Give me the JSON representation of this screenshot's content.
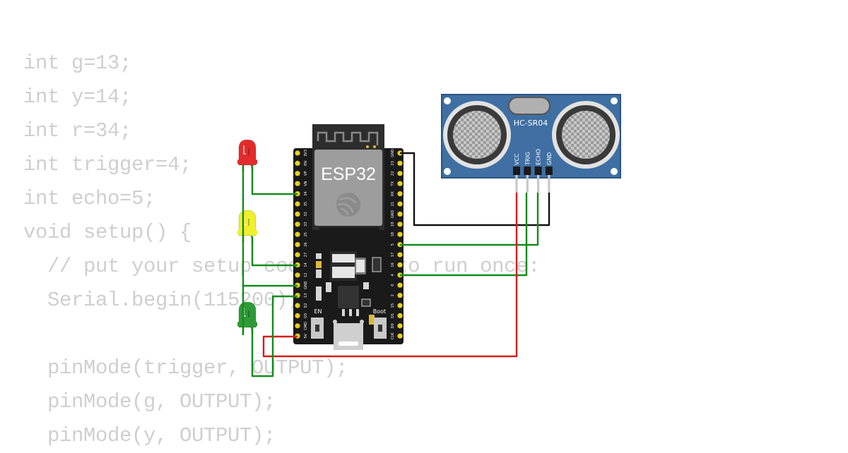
{
  "code_lines": [
    "int g=13;",
    "int y=14;",
    "int r=34;",
    "int trigger=4;",
    "int echo=5;",
    "void setup() {",
    "  // put your setup code here, to run once:",
    "  Serial.begin(115200);",
    "",
    "  pinMode(trigger, OUTPUT);",
    "  pinMode(g, OUTPUT);",
    "  pinMode(y, OUTPUT);"
  ],
  "board": {
    "name": "ESP32",
    "left_pins": [
      "3V3",
      "EN",
      "VP",
      "VN",
      "34",
      "35",
      "32",
      "33",
      "25",
      "26",
      "27",
      "14",
      "12",
      "GND",
      "13",
      "D2",
      "D3",
      "CMD",
      "5V"
    ],
    "right_pins": [
      "GND",
      "23",
      "22",
      "TX",
      "RX",
      "21",
      "GND",
      "19",
      "18",
      "5",
      "17",
      "16",
      "4",
      "0",
      "2",
      "15",
      "D1",
      "D0",
      "CLK"
    ],
    "buttons": {
      "en": "EN",
      "boot": "Boot"
    }
  },
  "sensor": {
    "name": "HC-SR04",
    "pins": [
      "VCC",
      "TRIG",
      "ECHO",
      "GND"
    ]
  },
  "leds": [
    {
      "name": "red",
      "color": "#e32b2b"
    },
    {
      "name": "yellow",
      "color": "#f0ef2e"
    },
    {
      "name": "green",
      "color": "#2f9a37"
    }
  ],
  "colors": {
    "wire_green": "#118c1a",
    "wire_red": "#d61c1c",
    "wire_black": "#111111",
    "board": "#1a1a1a",
    "sensor": "#3f6fa3",
    "code_text": "#cfcfcf"
  }
}
